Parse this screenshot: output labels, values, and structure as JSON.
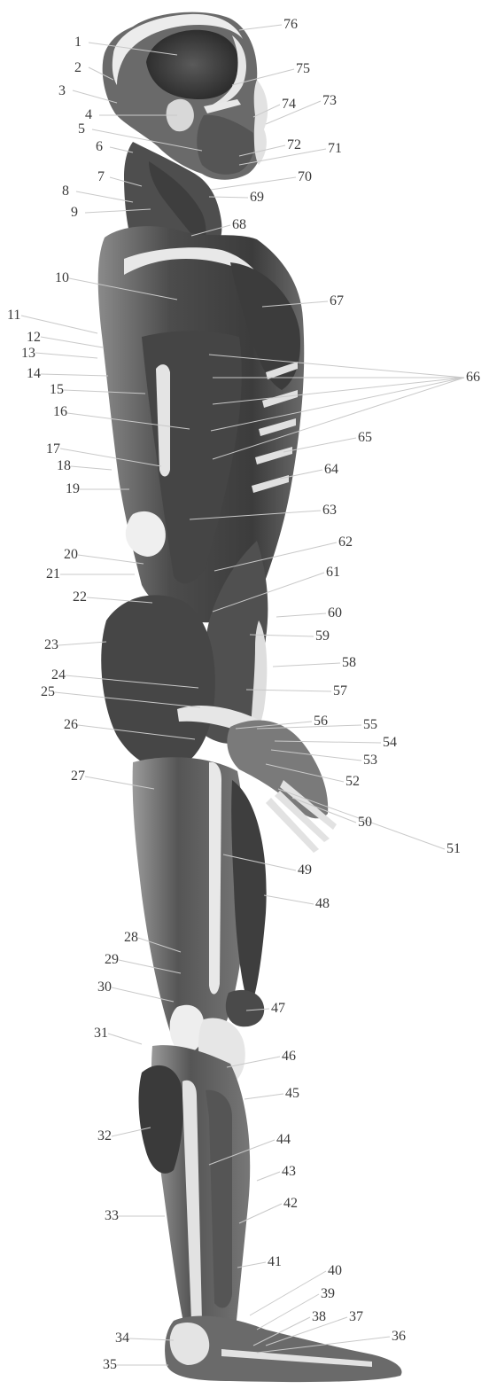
{
  "labels": {
    "left": [
      "1",
      "2",
      "3",
      "4",
      "5",
      "6",
      "7",
      "8",
      "9",
      "10",
      "11",
      "12",
      "13",
      "14",
      "15",
      "16",
      "17",
      "18",
      "19",
      "20",
      "21",
      "22",
      "23",
      "24",
      "25",
      "26",
      "27",
      "28",
      "29",
      "30",
      "31",
      "32",
      "33",
      "34",
      "35"
    ],
    "right": [
      "36",
      "37",
      "38",
      "39",
      "40",
      "41",
      "42",
      "43",
      "44",
      "45",
      "46",
      "47",
      "48",
      "49",
      "50",
      "51",
      "52",
      "53",
      "54",
      "55",
      "56",
      "57",
      "58",
      "59",
      "60",
      "61",
      "62",
      "63",
      "64",
      "65",
      "66",
      "67",
      "68",
      "69",
      "70",
      "71",
      "72",
      "73",
      "74",
      "75",
      "76"
    ]
  },
  "colors": {
    "muscle_dark": "#4a4a4a",
    "muscle_mid": "#6f6f6f",
    "tendon_light": "#e4e4e4",
    "text": "#3a3a3a",
    "leader": "#c9c9c9"
  }
}
